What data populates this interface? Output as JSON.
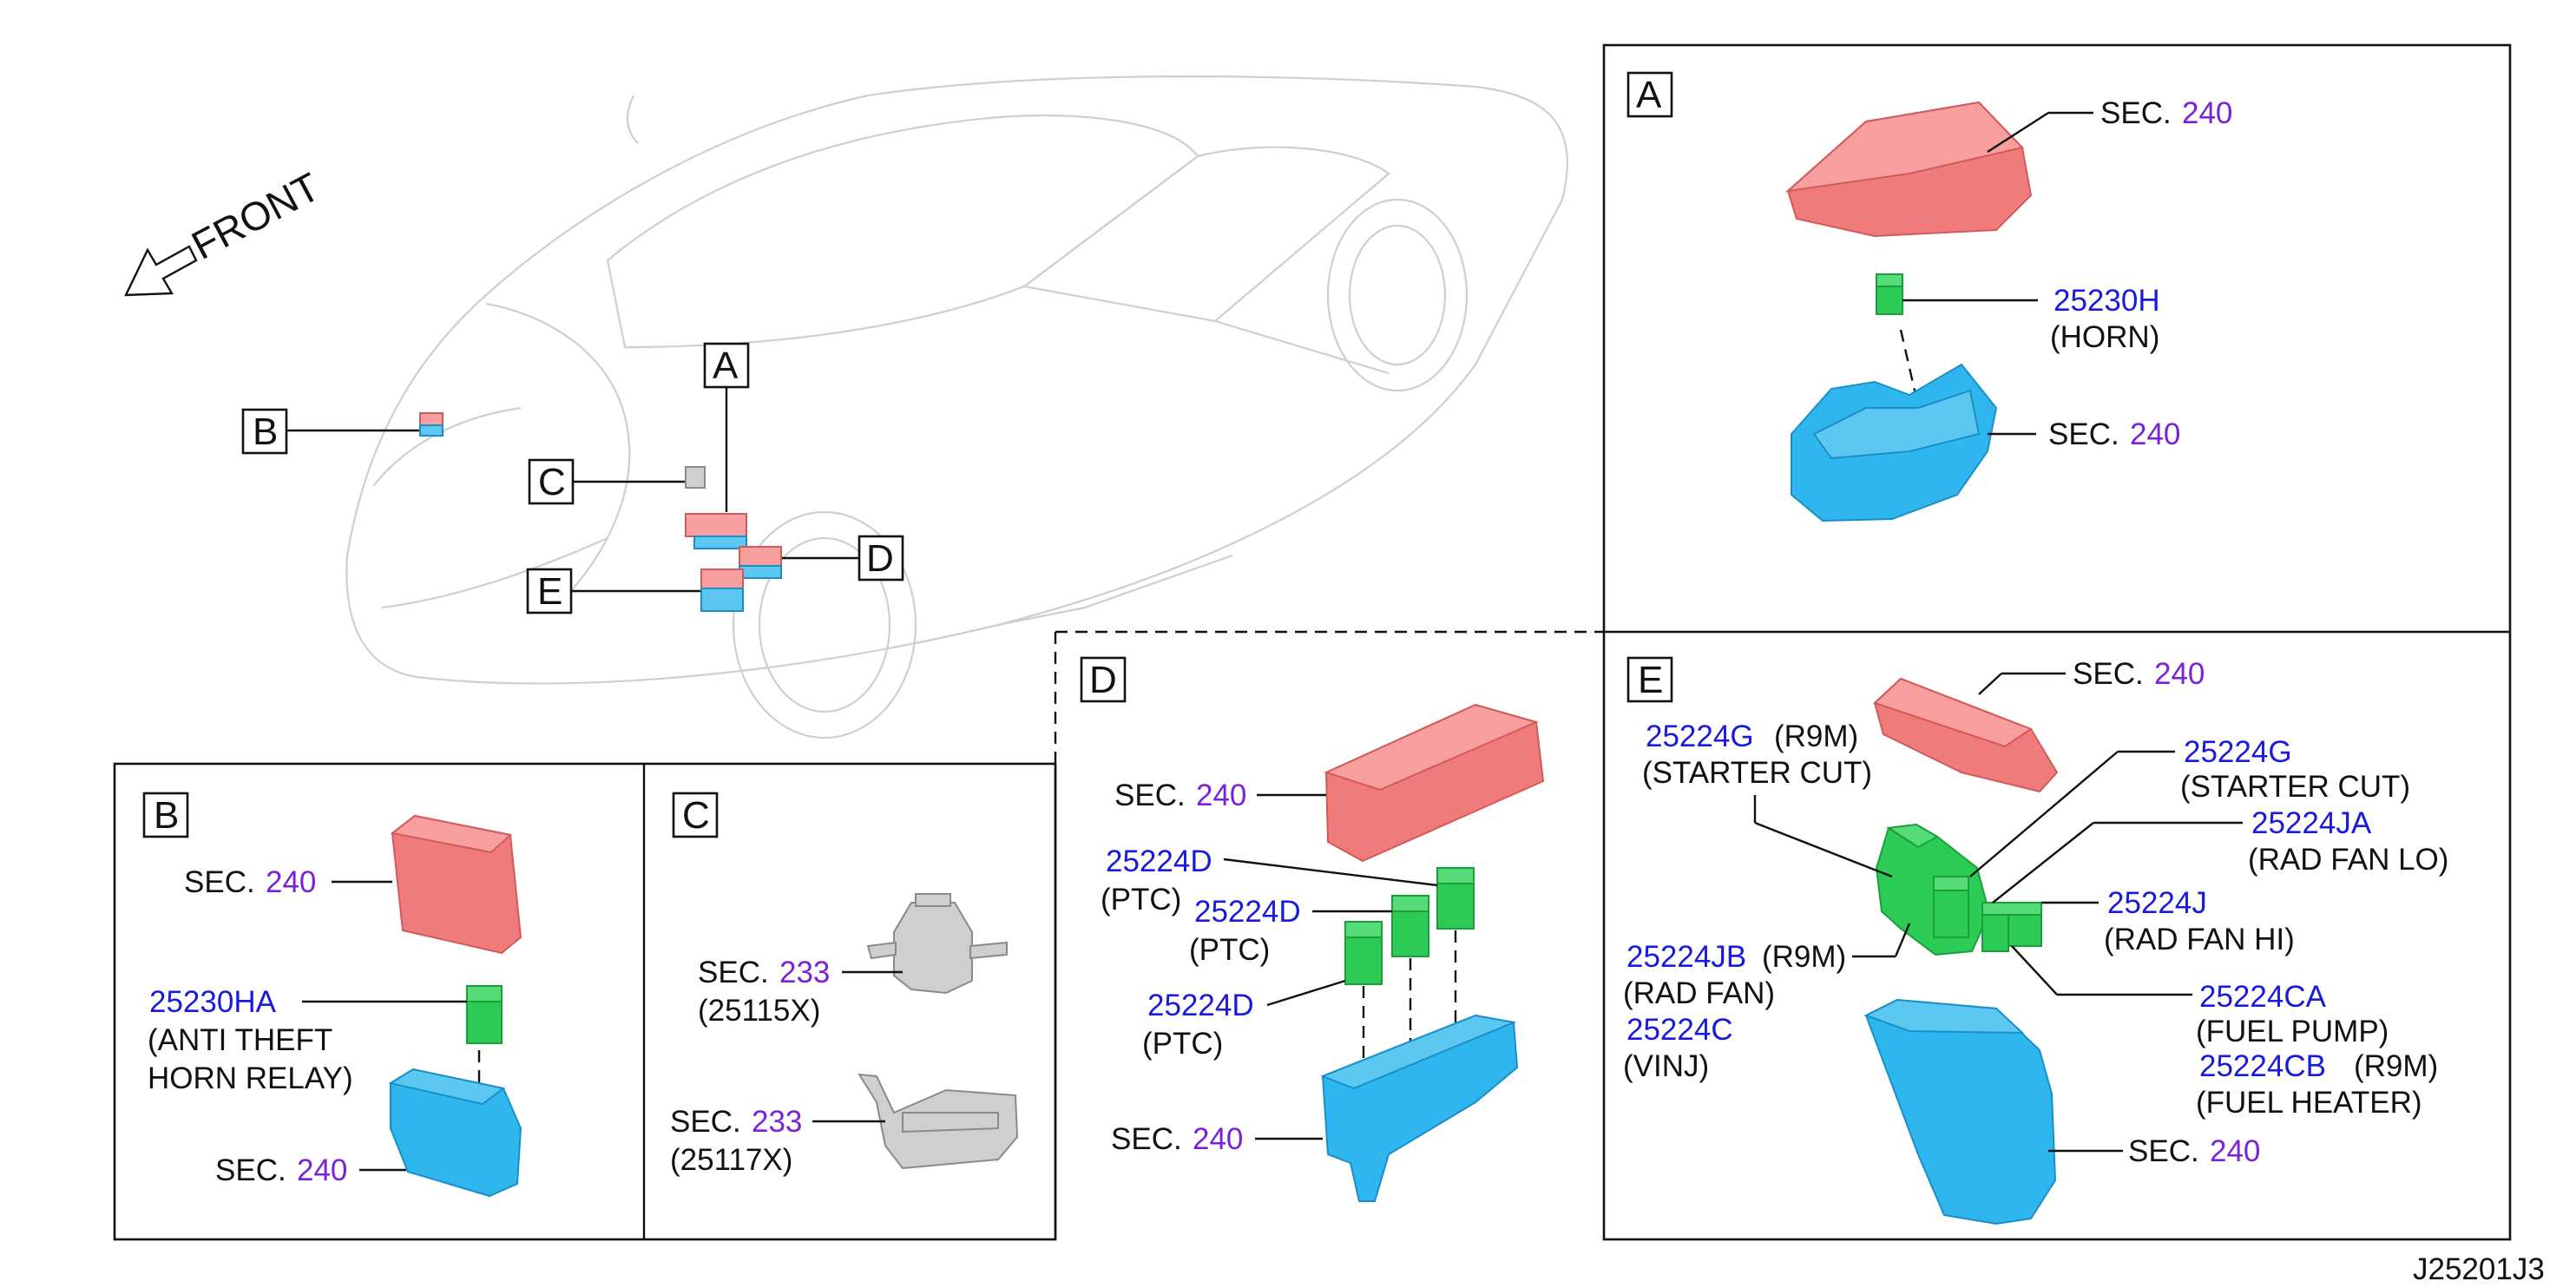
{
  "front": "FRONT",
  "refs": {
    "a": "A",
    "b": "B",
    "c": "C",
    "d": "D",
    "e": "E"
  },
  "panel_a": {
    "top_cover": {
      "sec": "SEC.",
      "num": "240"
    },
    "horn": {
      "pn": "25230H",
      "desc": "(HORN)"
    },
    "base": {
      "sec": "SEC.",
      "num": "240"
    }
  },
  "panel_b": {
    "cover": {
      "sec": "SEC.",
      "num": "240"
    },
    "relay": {
      "pn": "25230HA",
      "desc1": "(ANTI THEFT",
      "desc2": "HORN RELAY)"
    },
    "base": {
      "sec": "SEC.",
      "num": "240"
    }
  },
  "panel_c": {
    "part1": {
      "sec": "SEC.",
      "num": "233",
      "code": "(25115X)"
    },
    "part2": {
      "sec": "SEC.",
      "num": "233",
      "code": "(25117X)"
    }
  },
  "panel_d": {
    "cover": {
      "sec": "SEC.",
      "num": "240"
    },
    "relay1": {
      "pn": "25224D",
      "desc": "(PTC)"
    },
    "relay2": {
      "pn": "25224D",
      "desc": "(PTC)"
    },
    "relay3": {
      "pn": "25224D",
      "desc": "(PTC)"
    },
    "base": {
      "sec": "SEC.",
      "num": "240"
    }
  },
  "panel_e": {
    "cover": {
      "sec": "SEC.",
      "num": "240"
    },
    "g_r9m": {
      "pn": "25224G",
      "note": "(R9M)",
      "desc": "(STARTER CUT)"
    },
    "g": {
      "pn": "25224G",
      "desc": "(STARTER CUT)"
    },
    "ja": {
      "pn": "25224JA",
      "desc": "(RAD FAN LO)"
    },
    "j": {
      "pn": "25224J",
      "desc": "(RAD FAN HI)"
    },
    "jb": {
      "pn": "25224JB",
      "note": "(R9M)",
      "desc": "(RAD FAN)"
    },
    "c": {
      "pn": "25224C",
      "desc": "(VINJ)"
    },
    "ca": {
      "pn": "25224CA",
      "desc": "(FUEL PUMP)"
    },
    "cb": {
      "pn": "25224CB",
      "note": "(R9M)",
      "desc": "(FUEL HEATER)"
    },
    "base": {
      "sec": "SEC.",
      "num": "240"
    }
  },
  "drawing_id": "J25201J3"
}
